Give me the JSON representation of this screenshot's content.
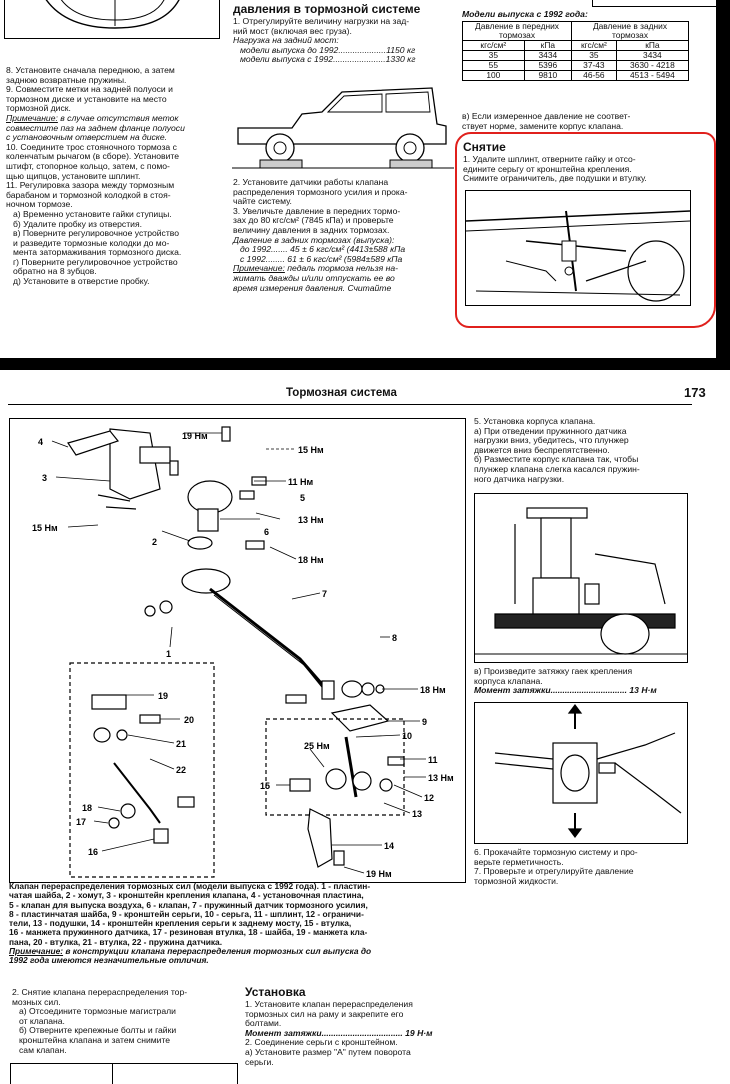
{
  "page1": {
    "col1_lines": [
      "8. Установите сначала переднюю, а затем",
      "заднюю возвратные пружины.",
      "9. Совместите метки на задней полуоси и",
      "тормозном диске и установите на место",
      "тормозной диск."
    ],
    "col1_note_label": "Примечание:",
    "col1_note_lines": [
      " в случае отсутствия меток",
      "совместите паз на заднем фланце полуоси",
      "с установочным отверстием на диске."
    ],
    "col1_lines2": [
      "10. Соедините трос стояночного тормоза с",
      "коленчатым рычагом (в сборе). Установите",
      "штифт, стопорное кольцо, затем, с помо-",
      "щью щипцов, установите шплинт.",
      "11. Регулировка зазора между тормозным",
      "барабаном и тормозной колодкой в стоя-",
      "ночном тормозе."
    ],
    "col1_sub": [
      "а) Временно установите гайки ступицы.",
      "б) Удалите пробку из отверстия.",
      "в) Поверните регулировочное устройство",
      "и разведите тормозные колодки до мо-",
      "мента затормаживания тормозного диска.",
      "г) Поверните регулировочное устройство",
      "обратно на 8 зубцов.",
      "д) Установите в отверстие пробку."
    ],
    "col2_heading": "давления в тормозной системе",
    "col2_lines": [
      "1. Отрегулируйте величину нагрузки на зад-",
      "ний мост (включая вес груза)."
    ],
    "col2_load_label": "Нагрузка на задний мост:",
    "col2_load_rows": [
      {
        "label": "модели выпуска до 1992",
        "dots": "....................",
        "value": "1150 кг"
      },
      {
        "label": "модели выпуска с 1992",
        "dots": "......................",
        "value": "1330 кг"
      }
    ],
    "col2_lines2": [
      "2. Установите датчики работы клапана",
      "распределения тормозного усилия и прока-",
      "чайте систему.",
      "3. Увеличьте давление в передних тормо-",
      "зах до 80 кгс/см² (7845 кПа) и проверьте",
      "величину давления в задних тормозах."
    ],
    "col2_pressure_label": "Давление в задних тормозах (выпуска):",
    "col2_pressure_rows": [
      "до 1992....... 45 ± 6 кгс/см² (4413±588 кПа",
      "с 1992........ 61 ± 6 кгс/см² (5984±589 кПа"
    ],
    "col2_note_label": "Примечание:",
    "col2_note_lines": [
      " педаль тормоза нельзя на-",
      "жимать дважды и/или отпускать ее во",
      "время измерения давления. Считайте"
    ],
    "col3_table_caption": "Модели выпуска с 1992 года:",
    "col3_table_headers": [
      "Давление в передних тормозах",
      "Давление в задних тормозах"
    ],
    "col3_table_units": [
      "кгс/см²",
      "кПа",
      "кгс/см²",
      "кПа"
    ],
    "col3_table_rows": [
      [
        "35",
        "3434",
        "35",
        "3434"
      ],
      [
        "55",
        "5396",
        "37-43",
        "3630 - 4218"
      ],
      [
        "100",
        "9810",
        "46-56",
        "4513 - 5494"
      ]
    ],
    "col3_lines": [
      "в) Если измеренное давление не соответ-",
      "ствует норме, замените корпус клапана."
    ],
    "col3_heading": "Снятие",
    "col3_lines2": [
      "1. Удалите шплинт, отверните гайку и отсо-",
      "едините серьгу от кронштейна крепления.",
      "Снимите ограничитель, две подушки и втулку."
    ]
  },
  "page2": {
    "header_title": "Тормозная система",
    "page_number": "173",
    "diagram_labels": {
      "n1": "1",
      "n2": "2",
      "n3": "3",
      "n4": "4",
      "n5": "5",
      "n6": "6",
      "n7": "7",
      "n8": "8",
      "n9": "9",
      "n10": "10",
      "n11": "11",
      "n12": "12",
      "n13": "13",
      "n13b": "13",
      "n14": "14",
      "n15": "15",
      "n16": "16",
      "n17": "17",
      "n18": "18",
      "n19": "19",
      "n20": "20",
      "n21": "21",
      "n22": "22",
      "t19a": "19 Нм",
      "t15a": "15 Нм",
      "t11": "11 Нм",
      "t15b": "15 Нм",
      "t13a": "13 Нм",
      "t18a": "18 Нм",
      "t18b": "18 Нм",
      "t25": "25 Нм",
      "t13b": "13 Нм",
      "t19b": "19 Нм"
    },
    "caption_lines": [
      "Клапан перераспределения тормозных сил (модели выпуска с 1992 года). 1 - пластин-",
      "чатая шайба, 2 - хомут, 3 - кронштейн крепления клапана, 4 - установочная пластина,",
      "5 - клапан для выпуска воздуха, 6 - клапан, 7 - пружинный датчик тормозного усилия,",
      "8 - пластинчатая шайба, 9 - кронштейн серьги, 10 - серьга, 11 - шплинт, 12 - ограничи-",
      "тели, 13 - подушки, 14 - кронштейн крепления серьги к заднему мосту, 15 - втулка,",
      "16 - манжета пружинного датчика, 17 - резиновая втулка, 18 - шайба, 19 - манжета кла-",
      "пана, 20 - втулка, 21 - втулка, 22 - пружина датчика."
    ],
    "caption_note_label": "Примечание:",
    "caption_note_lines": [
      " в конструкции клапана перераспределения тормозных сил выпуска до",
      "1992 года имеются незначительные отличия."
    ],
    "right_lines": [
      "5. Установка корпуса клапана.",
      "а) При отведении пружинного датчика",
      "нагрузки вниз, убедитесь, что плунжер",
      "движется вниз беспрепятственно.",
      "б) Разместите корпус клапана так, чтобы",
      "плунжер клапана слегка касался пружин-",
      "ного датчика нагрузки."
    ],
    "right_mid_lines": [
      "в) Произведите затяжку гаек крепления",
      "корпуса клапана."
    ],
    "right_torque": {
      "label": "Момент затяжки",
      "dots": "................................",
      "value": "13 Н·м"
    },
    "right_bottom_lines": [
      "6. Прокачайте тормозную систему и про-",
      "верьте герметичность.",
      "7. Проверьте и отрегулируйте давление",
      "тормозной жидкости."
    ],
    "bottom_left_lines": [
      "2. Снятие клапана перераспределения тор-",
      "мозных сил."
    ],
    "bottom_left_sub": [
      "а) Отсоедините тормозные магистрали",
      "от клапана.",
      "б) Отверните крепежные болты и гайки",
      "кронштейна клапана и затем снимите",
      "сам клапан."
    ],
    "bottom_mid_heading": "Установка",
    "bottom_mid_lines": [
      "1. Установите клапан перераспределения",
      "тормозных сил на раму и закрепите его",
      "болтами."
    ],
    "bottom_mid_torque": {
      "label": "Момент затяжки",
      "dots": "..................................",
      "value": "19 Н·м"
    },
    "bottom_mid_lines2": [
      "2. Соединение серьги с кронштейном.",
      "а) Установите размер \"А\" путем поворота",
      "серьги."
    ]
  }
}
